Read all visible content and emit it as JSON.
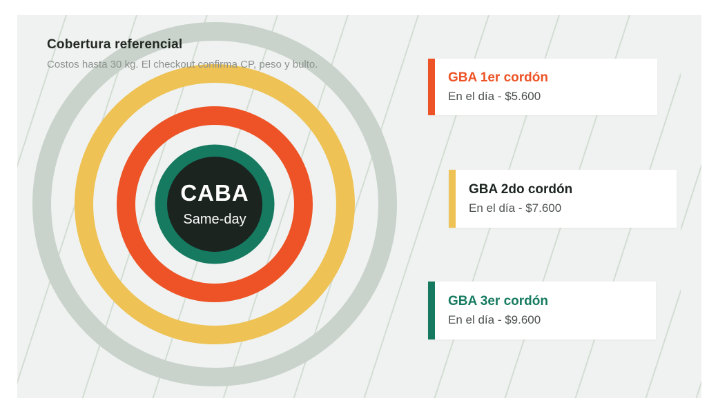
{
  "page": {
    "background": "#FFFFFF",
    "panel_background": "#EFF2F0",
    "diagonal_line_color": "#D3DDD3"
  },
  "header": {
    "title": "Cobertura referencial",
    "subtitle": "Costos hasta 30 kg. El checkout confirma CP, peso y bulto."
  },
  "diagram": {
    "center": {
      "label": "CABA",
      "sublabel": "Same-day",
      "color": "#1C2420",
      "text_color": "#FFFFFF"
    },
    "rings": [
      {
        "name": "outer-gray-ring",
        "color": "#C9D2CB"
      },
      {
        "name": "yellow-ring",
        "color": "#EEC254"
      },
      {
        "name": "orange-ring",
        "color": "#ED5326"
      },
      {
        "name": "teal-ring",
        "color": "#157A60"
      }
    ]
  },
  "cards": [
    {
      "title": "GBA 1er cordón",
      "detail": "En el día - $5.600",
      "accent": "#ED5326",
      "title_color": "#ED5326"
    },
    {
      "title": "GBA 2do cordón",
      "detail": "En el día - $7.600",
      "accent": "#EEC254",
      "title_color": "#1C2420"
    },
    {
      "title": "GBA 3er cordón",
      "detail": "En el día - $9.600",
      "accent": "#157A60",
      "title_color": "#157A60"
    }
  ]
}
